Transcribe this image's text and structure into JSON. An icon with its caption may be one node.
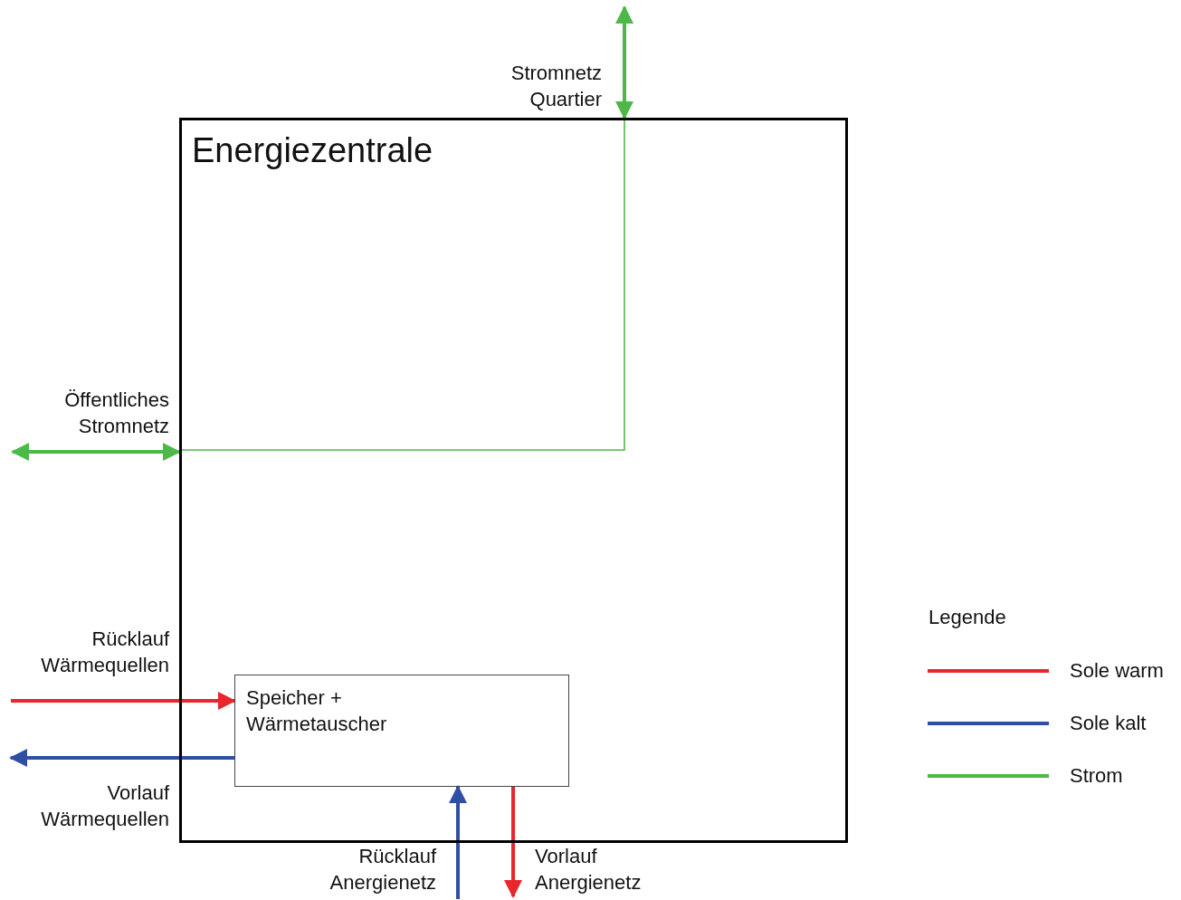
{
  "diagram": {
    "nodes": [
      {
        "text": [
          "Energiezentrale"
        ]
      },
      {
        "text": [
          "Speicher + Wärmetauscher"
        ],
        "in": 0
      }
    ],
    "edges": [
      {
        "from": null,
        "to": 0,
        "arrow": "both",
        "color": "#4db848"
      },
      {
        "from": 0,
        "to": null,
        "arrow": "both",
        "color": "#4db848"
      },
      {
        "from": null,
        "to": 1,
        "arrow": "to",
        "color": "#e8262b"
      },
      {
        "from": 1,
        "to": null,
        "arrow": "to",
        "color": "#2e4fa3"
      },
      {
        "from": null,
        "to": 1,
        "arrow": "to",
        "color": "#2e4fa3"
      },
      {
        "from": 1,
        "to": null,
        "arrow": "to",
        "color": "#e8262b"
      }
    ],
    "labels": [
      "Stromnetz Quartier",
      "Öffentliches Stromnetz",
      "Rücklauf Wärmequellen",
      "Vorlauf Wärmequellen",
      "Rücklauf Anergienetz",
      "Vorlauf Anergienetz",
      "Legende"
    ],
    "legend": [
      {
        "text": "Sole warm",
        "color": "#e8262b"
      },
      {
        "text": "Sole kalt",
        "color": "#2e4fa3"
      },
      {
        "text": "Strom",
        "color": "#4db848"
      }
    ]
  }
}
